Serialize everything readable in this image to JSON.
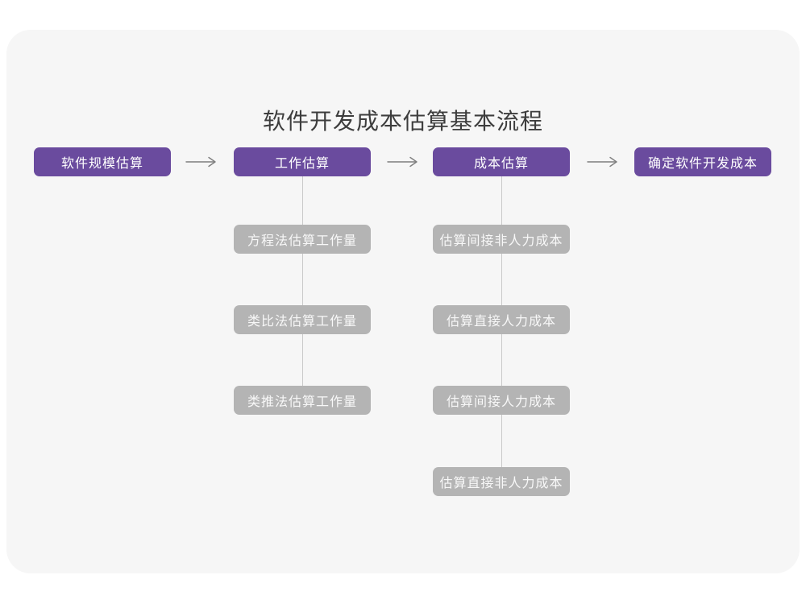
{
  "colors": {
    "page_background": "#ffffff",
    "card_background": "#f6f6f6",
    "stage_box_background": "#6a4b9e",
    "stage_box_text": "#ffffff",
    "substep_box_background": "#b4b4b4",
    "substep_box_text": "#f8f8f8",
    "title_text": "#3d3d3d",
    "arrow_stroke": "#7f7f7f",
    "connector_line": "#c9c9c9"
  },
  "diagram": {
    "title": "软件开发成本估算基本流程",
    "stages": [
      {
        "label": "软件规模估算",
        "substeps": []
      },
      {
        "label": "工作估算",
        "substeps": [
          "方程法估算工作量",
          "类比法估算工作量",
          "类推法估算工作量"
        ]
      },
      {
        "label": "成本估算",
        "substeps": [
          "估算间接非人力成本",
          "估算直接人力成本",
          "估算间接人力成本",
          "估算直接非人力成本"
        ]
      },
      {
        "label": "确定软件开发成本",
        "substeps": []
      }
    ],
    "arrow_icon": "right-arrow-icon"
  }
}
